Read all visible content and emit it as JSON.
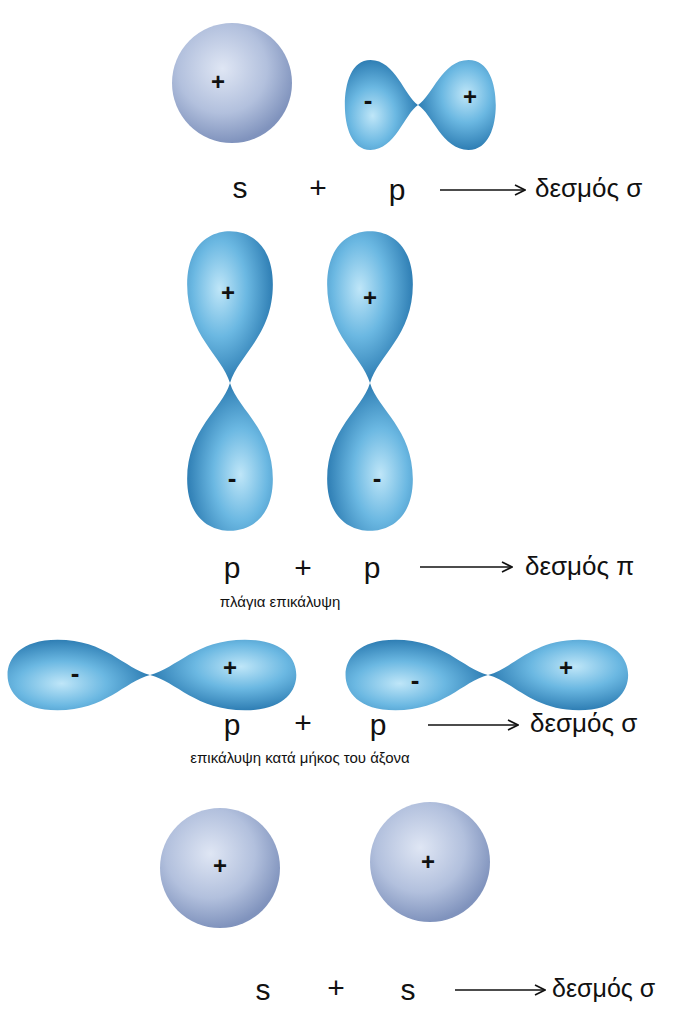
{
  "diagram": {
    "labels": [
      "+",
      "-",
      "+",
      "s",
      "+",
      "p",
      "δεσμός σ",
      "+",
      "+",
      "-",
      "-",
      "p",
      "+",
      "p",
      "δεσμός π",
      "πλάγια επικάλυψη",
      "-",
      "+",
      "-",
      "+",
      "p",
      "+",
      "p",
      "δεσμός σ",
      "επικάλυψη κατά μήκος του άξονα",
      "+",
      "+",
      "s",
      "+",
      "s",
      "δεσμός σ"
    ]
  }
}
